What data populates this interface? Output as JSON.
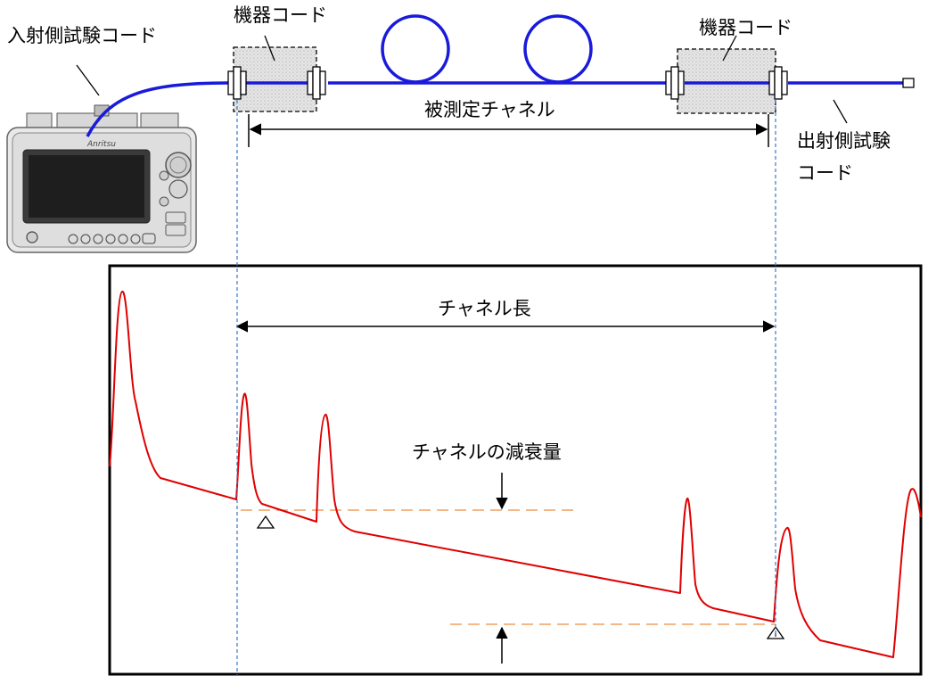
{
  "labels": {
    "input_cord": "入射側試験コード",
    "equipment_cord_left": "機器コード",
    "equipment_cord_right": "機器コード",
    "channel_under_test": "被測定チャネル",
    "output_cord_line1": "出射側試験",
    "output_cord_line2": "コード",
    "channel_length": "チャネル長",
    "channel_loss": "チャネルの減衰量"
  },
  "device": {
    "brand": "Anritsu"
  },
  "colors": {
    "fiber": "#1a1adb",
    "trace": "#e00000",
    "marker_dash": "#f0a060",
    "guide_dash": "#3a78c8",
    "frame": "#000000",
    "connector_box_fill": "#e4e4e4"
  }
}
